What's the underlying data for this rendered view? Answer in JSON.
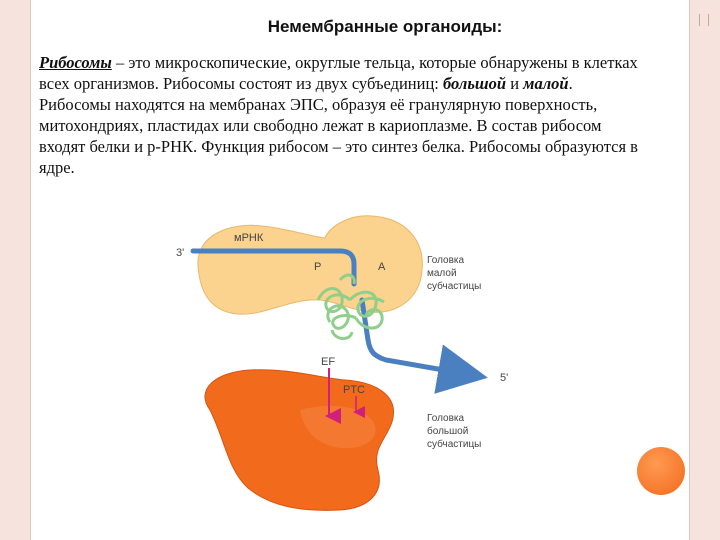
{
  "title": "Немембранные органоиды:",
  "paragraph": {
    "term": "Рибосомы",
    "t1": " – это микроскопические, округлые тельца, которые обнаружены в клетках всех организмов. Рибосомы состоят из двух субъединиц: ",
    "big": "большой",
    "and": " и ",
    "small": "малой",
    "t2": ". Рибосомы находятся на мембранах ЭПС, образуя её гранулярную поверхность, митохондриях, пластидах или свободно лежат в кариоплазме. В состав рибосом входят белки и р-РНК. Функция рибосом – это синтез белка. Рибосомы образуются в ядре."
  },
  "diagram": {
    "end3": "3'",
    "mrna": "мРНК",
    "site_p": "P",
    "site_a": "A",
    "small_head": [
      "Головка",
      "малой",
      "субчастицы"
    ],
    "ef": "EF",
    "ptc": "PTC",
    "end5": "5'",
    "large_head": [
      "Головка",
      "большой",
      "субчастицы"
    ]
  },
  "colors": {
    "small_subunit": "#fbd38e",
    "large_subunit": "#f26a1b",
    "mrna": "#4a7fc0",
    "peptide": "#8fcf8a",
    "ef_arrow": "#d0207a",
    "accent_circle": "#f47a2a",
    "frame": "#f7e3dd"
  }
}
